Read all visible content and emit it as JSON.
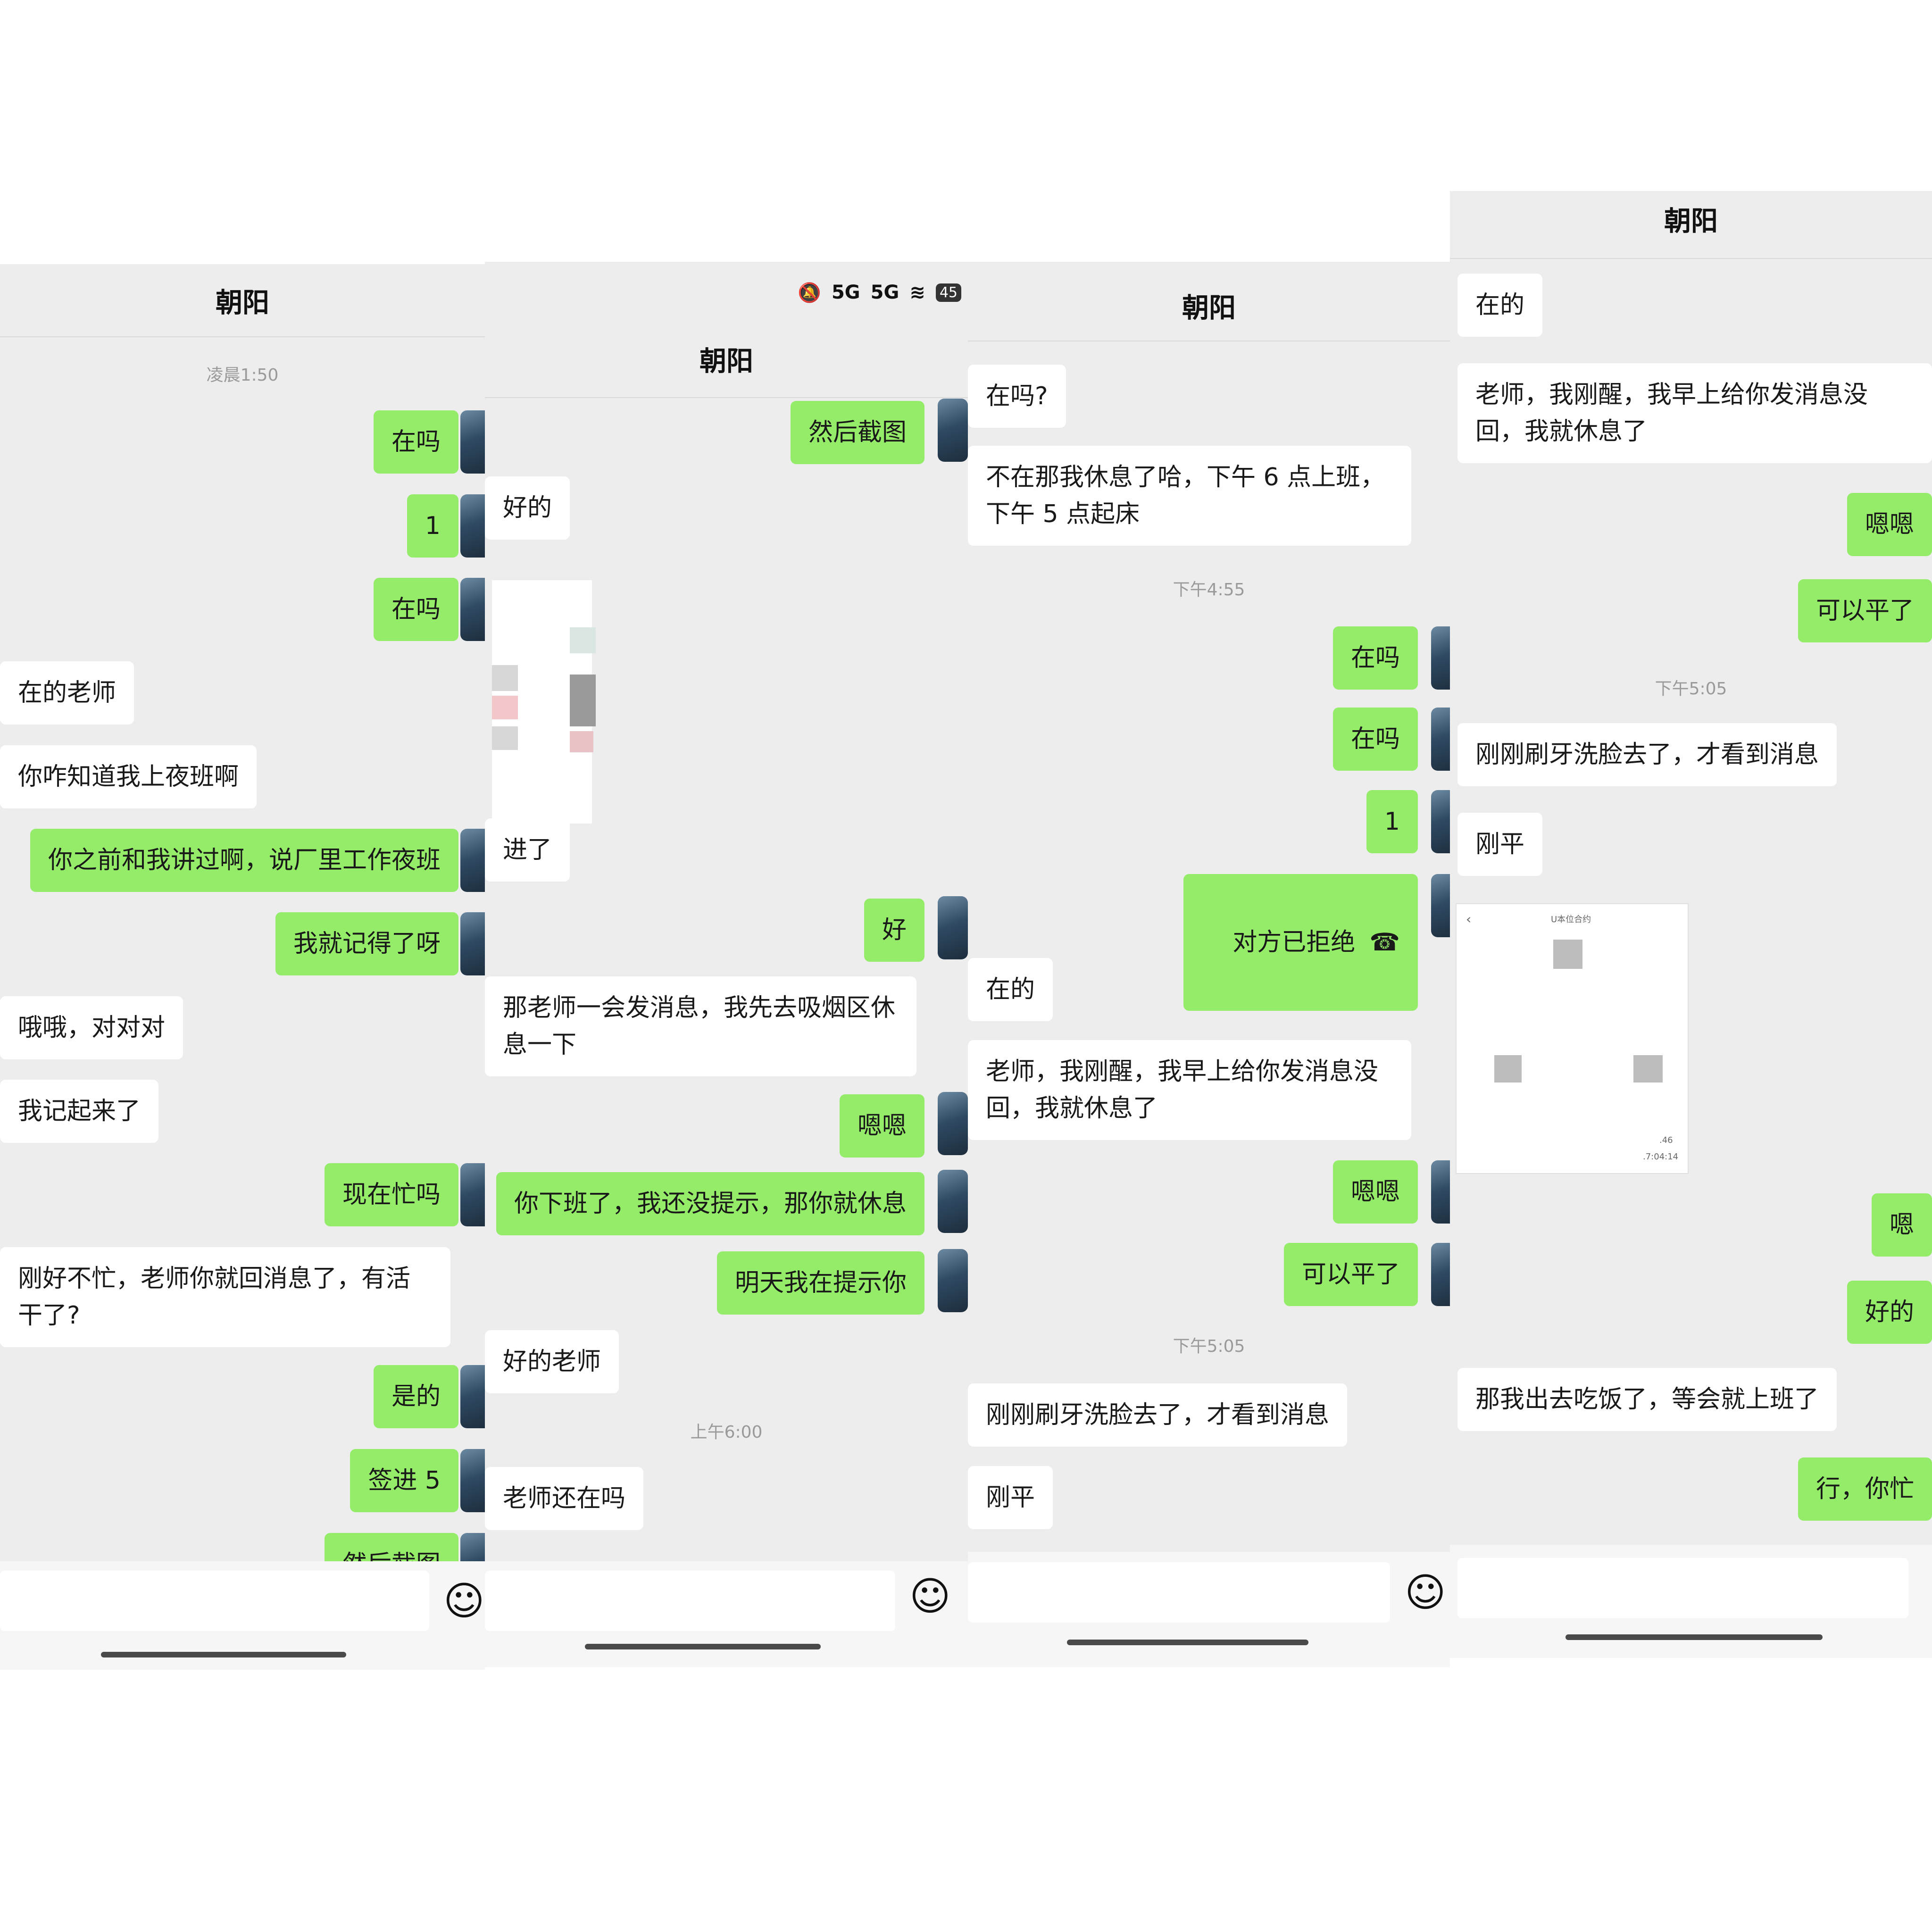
{
  "contact_name": "朝阳",
  "status_bar": {
    "icons": [
      "mute-icon",
      "5g-signal-icon",
      "5g-signal-icon",
      "wifi-icon"
    ],
    "signal_1": "5G",
    "signal_2": "5G",
    "battery": "45"
  },
  "panel1": {
    "timestamp": "凌晨1:50",
    "messages": [
      {
        "side": "sent",
        "text": "在吗"
      },
      {
        "side": "sent",
        "text": "1"
      },
      {
        "side": "sent",
        "text": "在吗"
      },
      {
        "side": "recv",
        "text": "在的老师"
      },
      {
        "side": "recv",
        "text": "你咋知道我上夜班啊"
      },
      {
        "side": "sent",
        "text": "你之前和我讲过啊，说厂里工作夜班"
      },
      {
        "side": "sent",
        "text": "我就记得了呀"
      },
      {
        "side": "recv",
        "text": "哦哦，对对对"
      },
      {
        "side": "recv",
        "text": "我记起来了"
      },
      {
        "side": "sent",
        "text": "现在忙吗"
      },
      {
        "side": "recv",
        "text": "刚好不忙，老师你就回消息了，有活\n干了?"
      },
      {
        "side": "sent",
        "text": "是的"
      },
      {
        "side": "sent",
        "text": "签进 5"
      },
      {
        "side": "sent",
        "text": "然后截图"
      }
    ]
  },
  "panel2": {
    "timestamp": "上午6:00",
    "messages": [
      {
        "side": "sent",
        "text": "然后截图"
      },
      {
        "side": "recv",
        "text": "好的"
      },
      {
        "side": "recv",
        "text": "进了"
      },
      {
        "side": "sent",
        "text": "好"
      },
      {
        "side": "recv",
        "text": "那老师一会发消息，我先去吸烟区休\n息一下"
      },
      {
        "side": "sent",
        "text": "嗯嗯"
      },
      {
        "side": "sent",
        "text": "你下班了，我还没提示，那你就休息"
      },
      {
        "side": "sent",
        "text": "明天我在提示你"
      },
      {
        "side": "recv",
        "text": "好的老师"
      },
      {
        "side": "recv",
        "text": "老师还在吗"
      }
    ]
  },
  "panel3": {
    "timestamp_1": "下午4:55",
    "timestamp_2": "下午5:05",
    "messages": [
      {
        "side": "recv",
        "text": "在吗?"
      },
      {
        "side": "recv",
        "text": "不在那我休息了哈，下午 6 点上班，\n下午 5 点起床"
      },
      {
        "side": "sent",
        "text": "在吗"
      },
      {
        "side": "sent",
        "text": "在吗"
      },
      {
        "side": "sent",
        "text": "1"
      },
      {
        "side": "sent",
        "text": "对方已拒绝"
      },
      {
        "side": "recv",
        "text": "在的"
      },
      {
        "side": "recv",
        "text": "老师，我刚醒，我早上给你发消息没\n回，我就休息了"
      },
      {
        "side": "sent",
        "text": "嗯嗯"
      },
      {
        "side": "sent",
        "text": "可以平了"
      },
      {
        "side": "recv",
        "text": "刚刚刷牙洗脸去了，才看到消息"
      },
      {
        "side": "recv",
        "text": "刚平"
      }
    ]
  },
  "panel4": {
    "timestamp": "下午5:05",
    "messages": [
      {
        "side": "recv",
        "text": "在的"
      },
      {
        "side": "recv",
        "text": "老师，我刚醒，我早上给你发消息没\n回，我就休息了"
      },
      {
        "side": "sent",
        "text": "嗯嗯"
      },
      {
        "side": "sent",
        "text": "可以平了"
      },
      {
        "side": "recv",
        "text": "刚刚刷牙洗脸去了，才看到消息"
      },
      {
        "side": "recv",
        "text": "刚平"
      },
      {
        "side": "sent",
        "text": "嗯"
      },
      {
        "side": "sent",
        "text": "好的"
      },
      {
        "side": "recv",
        "text": "那我出去吃饭了，等会就上班了"
      },
      {
        "side": "sent",
        "text": "行，你忙"
      }
    ],
    "image_caption": "U本位合约",
    "image_numbers": [
      ".46",
      ".7:04:14"
    ]
  }
}
